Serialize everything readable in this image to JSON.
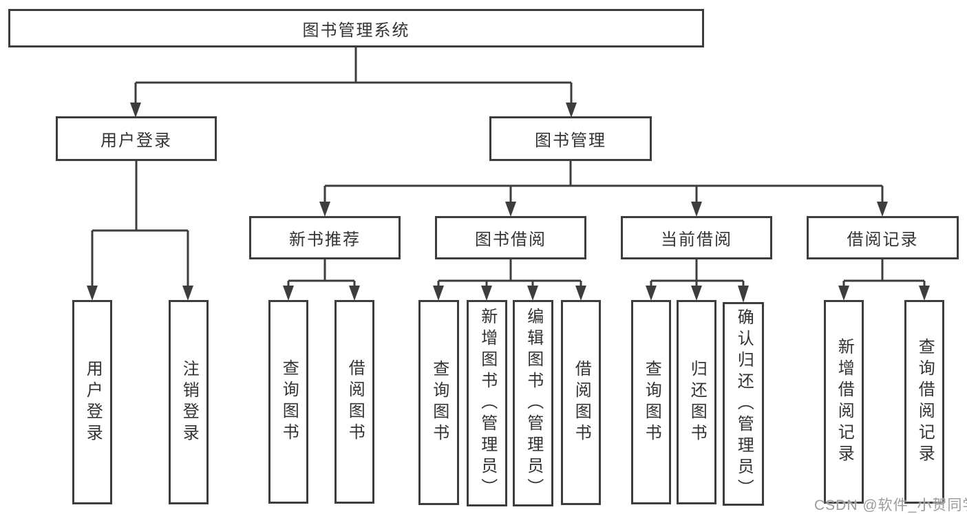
{
  "tree": {
    "root": "图书管理系统",
    "branches": {
      "user": "用户登录",
      "book": "图书管理"
    },
    "modules": [
      "新书推荐",
      "图书借阅",
      "当前借阅",
      "借阅记录"
    ],
    "user_leaves": [
      "用户登录",
      "注销登录"
    ],
    "recommend_leaves": [
      "查询图书",
      "借阅图书"
    ],
    "borrow_leaves": [
      "查询图书",
      "新增图书（管理员）",
      "编辑图书（管理员）",
      "借阅图书"
    ],
    "current_leaves": [
      "查询图书",
      "归还图书",
      "确认归还（管理员）"
    ],
    "record_leaves": [
      "新增借阅记录",
      "查询借阅记录"
    ]
  },
  "watermark": "CSDN @软件_小贺同学",
  "colors": {
    "line": "#3d3d3d",
    "text": "#333333",
    "watermark": "#9c9c9c",
    "background": "#ffffff"
  }
}
